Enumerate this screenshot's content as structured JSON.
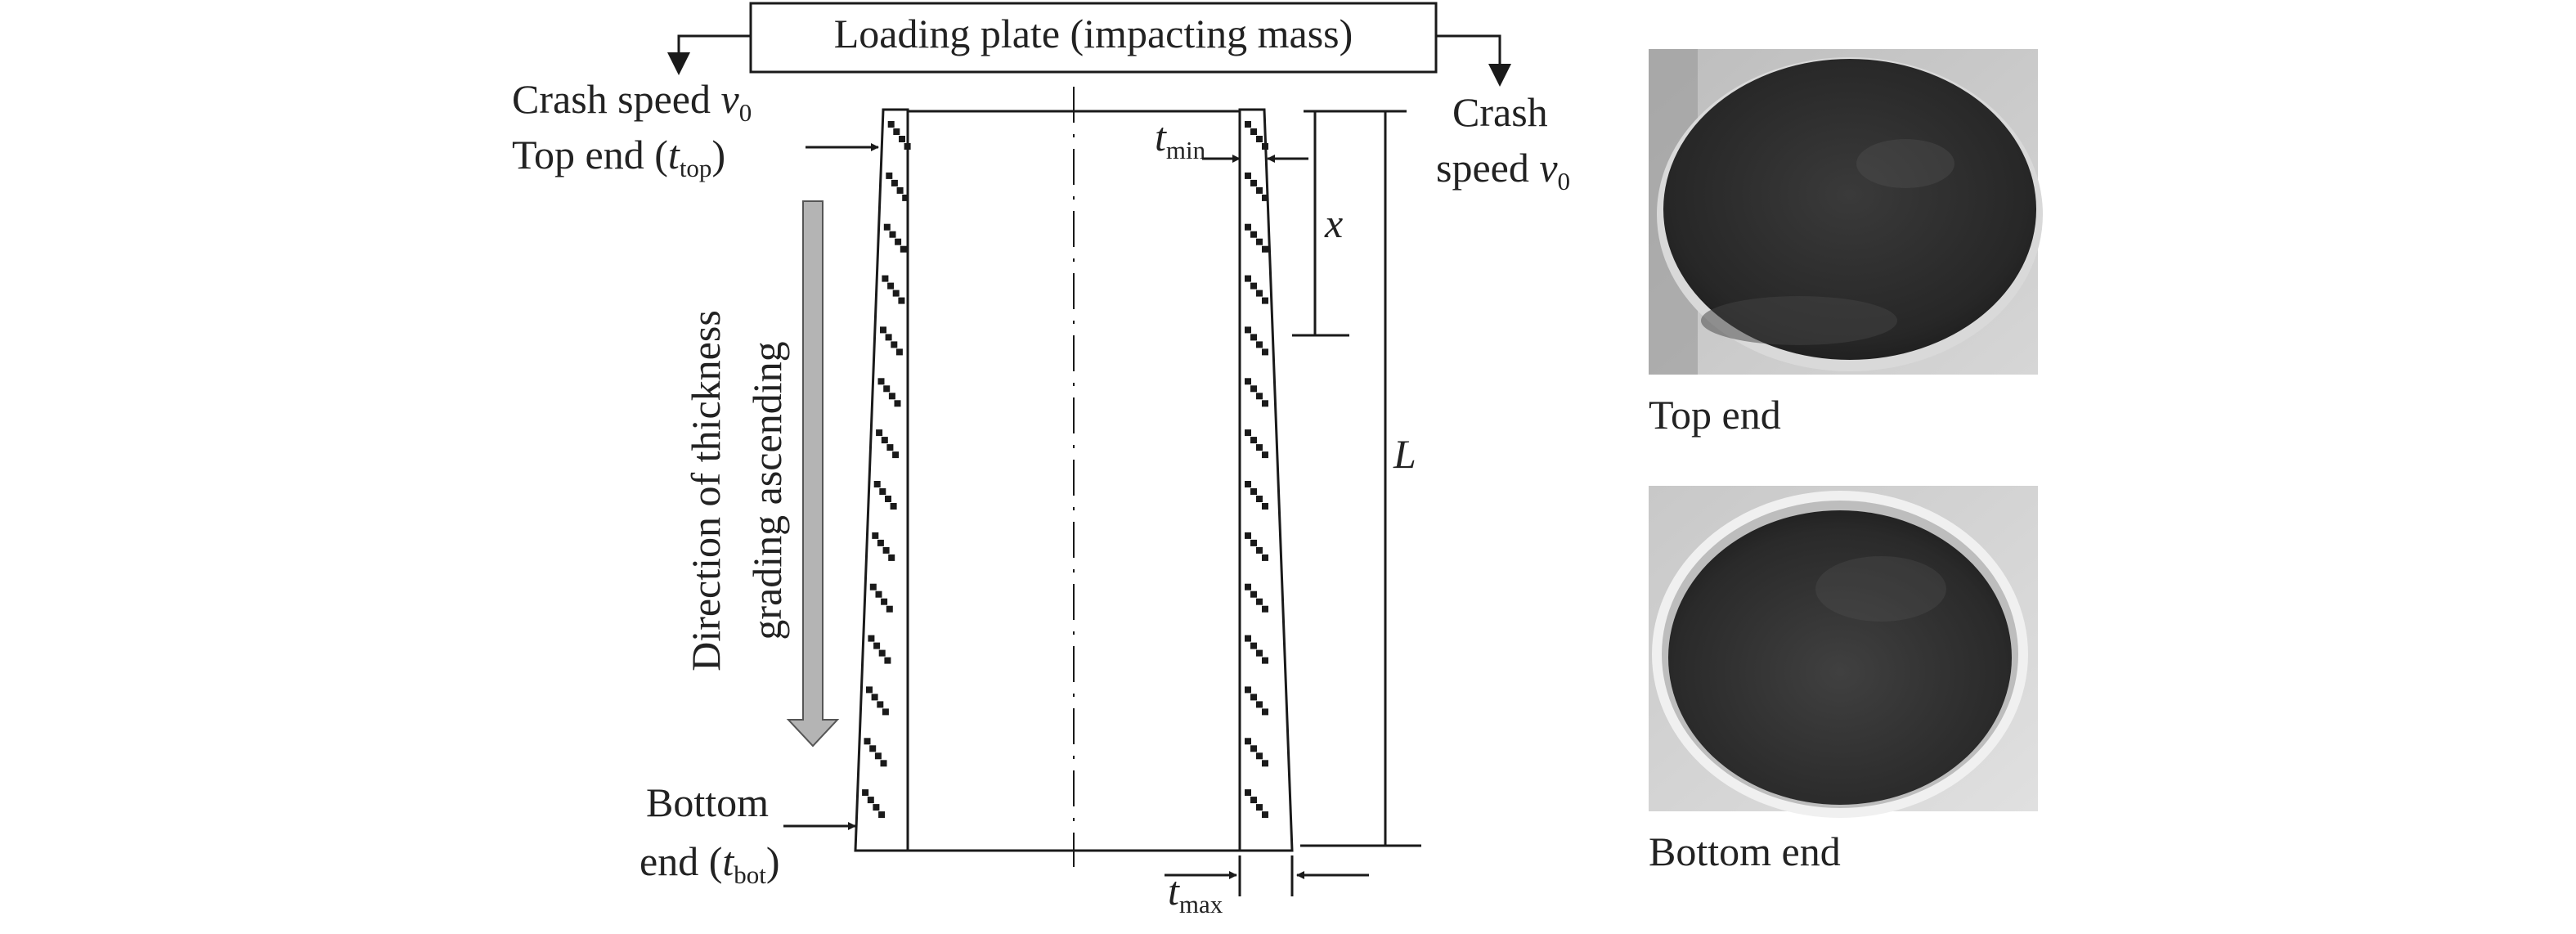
{
  "plate": {
    "label": "Loading plate (impacting mass)"
  },
  "left_labels": {
    "crash_speed": "Crash speed ",
    "speed_sym": "v",
    "speed_sub": "0",
    "top_end_prefix": "Top end (",
    "top_sym": "t",
    "top_sub": "top",
    "top_end_suffix": ")",
    "bottom_line1": "Bottom",
    "bottom_prefix": "end (",
    "bot_sym": "t",
    "bot_sub": "bot",
    "bottom_suffix": ")"
  },
  "right_labels": {
    "crash_line1": "Crash",
    "speed_word": "speed ",
    "speed_sym": "v",
    "speed_sub": "0"
  },
  "direction": {
    "line1": "Direction of thickness",
    "line2": "grading ascending"
  },
  "dimensions": {
    "tmin_sym": "t",
    "tmin_sub": "min",
    "tmax_sym": "t",
    "tmax_sub": "max",
    "x_sym": "x",
    "L_sym": "L"
  },
  "photos": [
    {
      "caption": "Top end"
    },
    {
      "caption": "Bottom end"
    }
  ],
  "colors": {
    "line": "#1a1a1a",
    "arrow_fill": "#b4b4b4",
    "photo_bg": "#c9c9c9",
    "photo_dark": "#2b2b2b"
  }
}
